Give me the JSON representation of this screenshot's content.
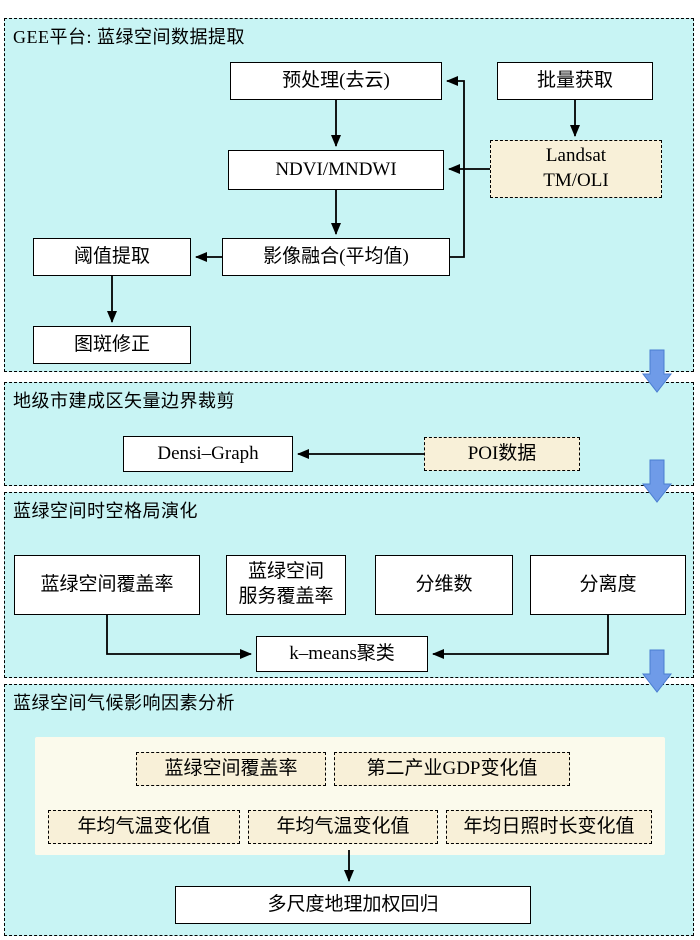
{
  "colors": {
    "sectionBg": "#c8f4f4",
    "creamBg": "#f8f0d8",
    "innerBg": "#fbfaec",
    "arrowBlue": "#6f9be8",
    "arrowBlueEdge": "#4a7ed1",
    "lineColor": "#000000"
  },
  "sections": [
    {
      "title": "GEE平台: 蓝绿空间数据提取",
      "boxes": {
        "preprocess": "预处理(去云)",
        "batch": "批量获取",
        "landsat1": "Landsat",
        "landsat2": "TM/OLI",
        "ndvi": "NDVI/MNDWI",
        "fusion": "影像融合(平均值)",
        "threshold": "阈值提取",
        "patch": "图斑修正"
      }
    },
    {
      "title": "地级市建成区矢量边界裁剪",
      "boxes": {
        "densi": "Densi–Graph",
        "poi": "POI数据"
      }
    },
    {
      "title": "蓝绿空间时空格局演化",
      "boxes": {
        "coverage": "蓝绿空间覆盖率",
        "service1": "蓝绿空间",
        "service2": "服务覆盖率",
        "fractal": "分维数",
        "separation": "分离度",
        "kmeans": "k–means聚类"
      }
    },
    {
      "title": "蓝绿空间气候影响因素分析",
      "boxes": {
        "coverage": "蓝绿空间覆盖率",
        "gdp": "第二产业GDP变化值",
        "temp1": "年均气温变化值",
        "temp2": "年均气温变化值",
        "sunshine": "年均日照时长变化值",
        "gwr": "多尺度地理加权回归"
      }
    }
  ]
}
